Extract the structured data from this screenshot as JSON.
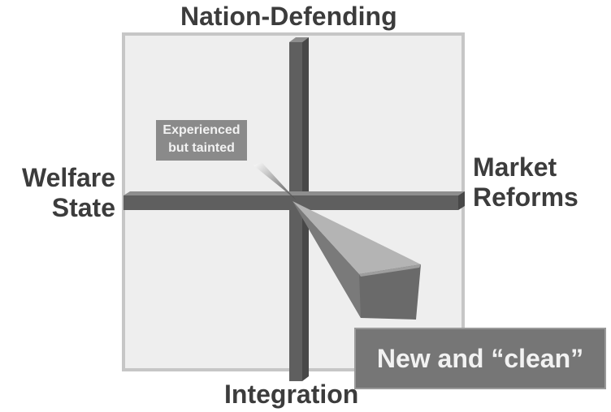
{
  "axes": {
    "top": "Nation-Defending",
    "bottom": "Integration",
    "left": [
      "Welfare",
      "State"
    ],
    "right": [
      "Market",
      "Reforms"
    ]
  },
  "positions": {
    "experienced": [
      "Experienced",
      "but tainted"
    ],
    "new_clean": "New and “clean”"
  },
  "colors": {
    "field": "#eeeeee",
    "field_border": "#c6c6c6",
    "axis": "#5e5e5e",
    "text": "#3c3c3c"
  }
}
